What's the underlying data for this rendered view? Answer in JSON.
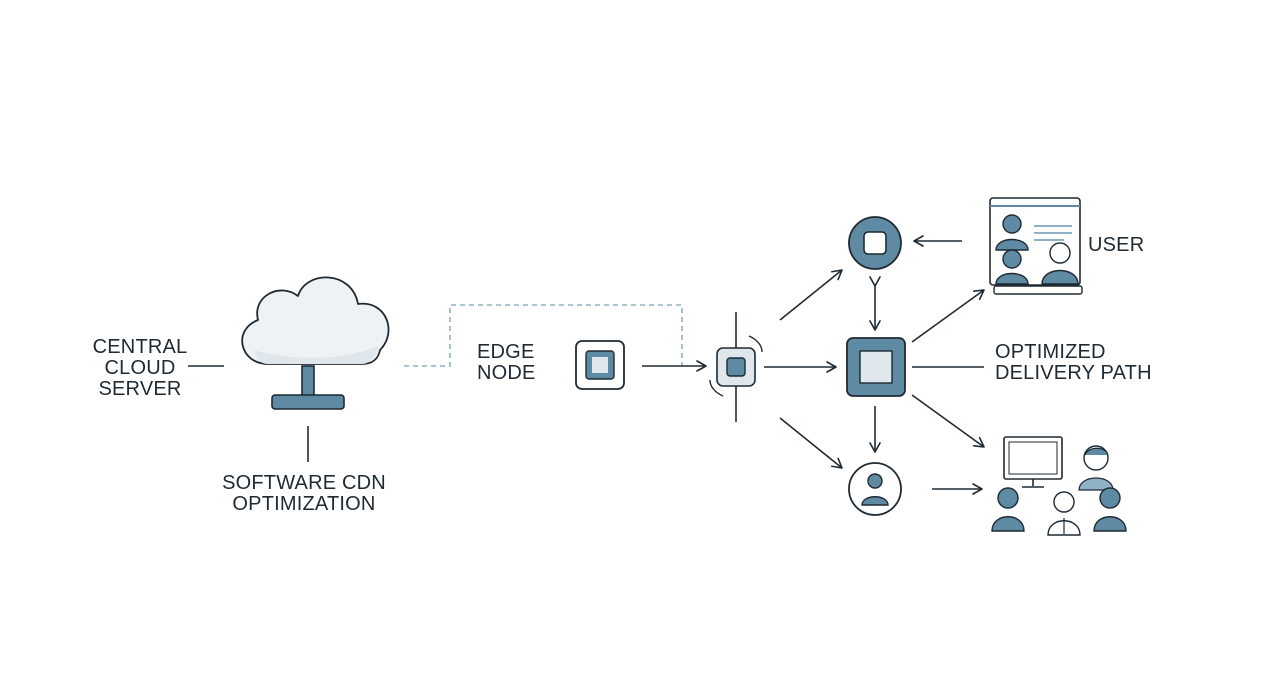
{
  "labels": {
    "central_cloud_server": [
      "CENTRAL",
      "CLOUD",
      "SERVER"
    ],
    "software_cdn_optimization": [
      "SOFTWARE CDN",
      "OPTIMIZATION"
    ],
    "edge_node": [
      "EDGE",
      "NODE"
    ],
    "user": "USER",
    "optimized_delivery_path": [
      "OPTIMIZED",
      "DELIVERY PATH"
    ]
  },
  "colors": {
    "stroke": "#1f2a33",
    "accent": "#5e8ba3",
    "accent_light": "#dfe7ec",
    "cloud_fill": "#eef2f5",
    "dashed": "#8fb3c4"
  }
}
